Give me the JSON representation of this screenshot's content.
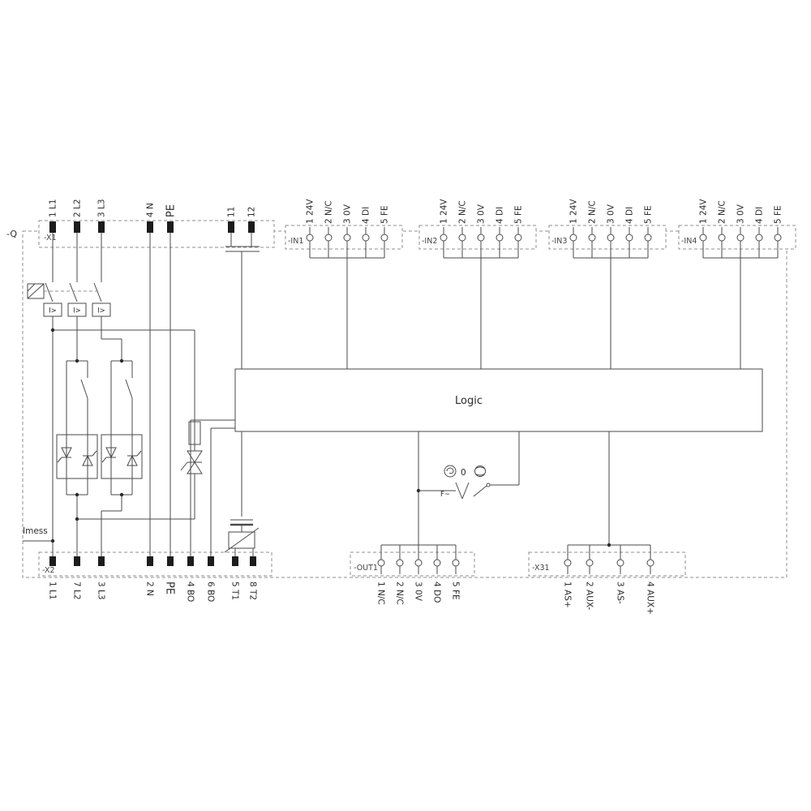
{
  "diagram": {
    "device_label": "-Q",
    "logic_label": "Logic",
    "imess_label": "Imess",
    "trip_label": "I>",
    "thermal": {
      "zero": "0",
      "fan": "F~"
    },
    "x1": {
      "label": "-X1",
      "terminals": [
        "1 L1",
        "2 L2",
        "3 L3",
        "4 N",
        "PE",
        "11",
        "12"
      ]
    },
    "in1": {
      "label": "-IN1",
      "terminals": [
        "1 24V",
        "2 N/C",
        "3 0V",
        "4 DI",
        "5 FE"
      ]
    },
    "in2": {
      "label": "-IN2",
      "terminals": [
        "1 24V",
        "2 N/C",
        "3 0V",
        "4 DI",
        "5 FE"
      ]
    },
    "in3": {
      "label": "-IN3",
      "terminals": [
        "1 24V",
        "2 N/C",
        "3 0V",
        "4 DI",
        "5 FE"
      ]
    },
    "in4": {
      "label": "-IN4",
      "terminals": [
        "1 24V",
        "2 N/C",
        "3 0V",
        "4 DI",
        "5 FE"
      ]
    },
    "x2": {
      "label": "-X2",
      "terminals": [
        "1 L1",
        "7 L2",
        "3 L3",
        "2 N",
        "PE",
        "4 BO",
        "6 BO",
        "5 T1",
        "8 T2"
      ]
    },
    "out1": {
      "label": "-OUT1",
      "terminals": [
        "1 N/C",
        "2 N/C",
        "3 0V",
        "4 DO",
        "5 FE"
      ]
    },
    "x31": {
      "label": "-X31",
      "terminals": [
        "1 AS+",
        "2 AUX-",
        "3 AS-",
        "4 AUX+"
      ]
    }
  }
}
